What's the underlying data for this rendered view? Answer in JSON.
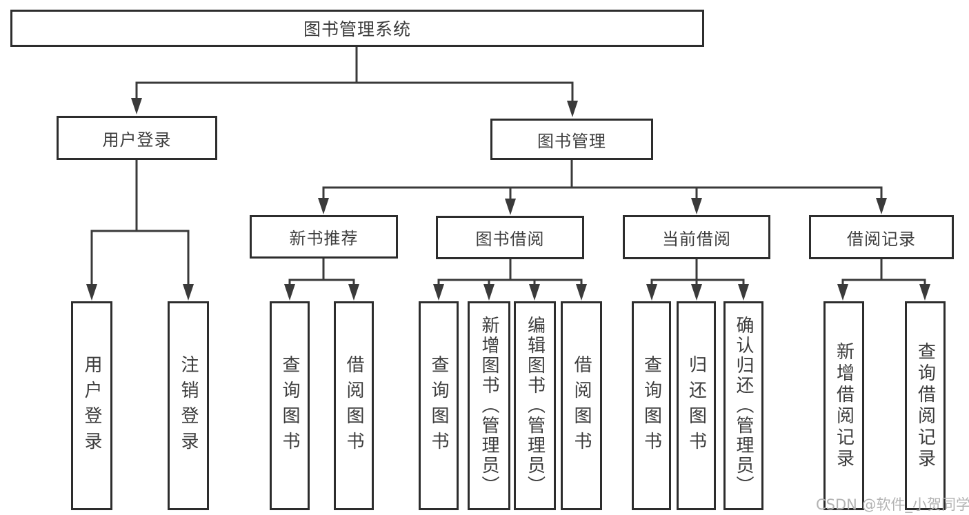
{
  "tree": {
    "root": {
      "label": "图书管理系统"
    },
    "branches": [
      {
        "label": "用户登录",
        "children": [
          {
            "label": "用户登录"
          },
          {
            "label": "注销登录"
          }
        ]
      },
      {
        "label": "图书管理",
        "children": [
          {
            "label": "新书推荐",
            "children": [
              {
                "label": "查询图书"
              },
              {
                "label": "借阅图书"
              }
            ]
          },
          {
            "label": "图书借阅",
            "children": [
              {
                "label": "查询图书"
              },
              {
                "label": "新增图书（管理员）"
              },
              {
                "label": "编辑图书（管理员）"
              },
              {
                "label": "借阅图书"
              }
            ]
          },
          {
            "label": "当前借阅",
            "children": [
              {
                "label": "查询图书"
              },
              {
                "label": "归还图书"
              },
              {
                "label": "确认归还（管理员）"
              }
            ]
          },
          {
            "label": "借阅记录",
            "children": [
              {
                "label": "新增借阅记录"
              },
              {
                "label": "查询借阅记录"
              }
            ]
          }
        ]
      }
    ]
  },
  "watermark": "CSDN @软件_小贺同学",
  "colors": {
    "border": "#2d2d2d",
    "line": "#3a3a3a",
    "text": "#3d3d3d",
    "background": "#ffffff",
    "watermark": "#b3b3b3"
  }
}
